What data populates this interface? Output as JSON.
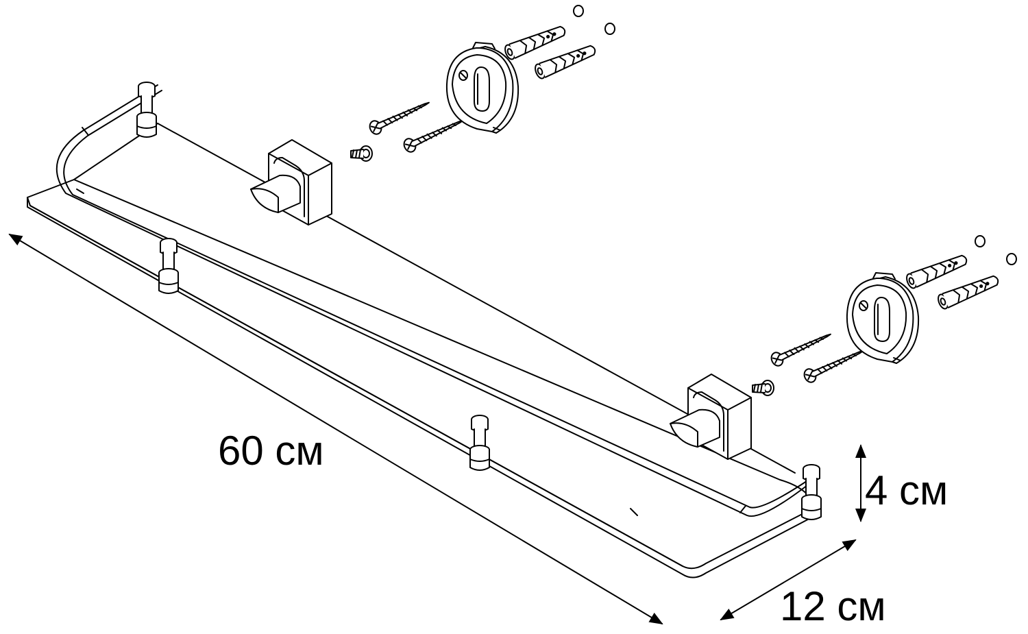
{
  "diagram": {
    "dimensions": {
      "length": "60 см",
      "height": "4 см",
      "depth": "12 см"
    },
    "colors": {
      "line": "#000000",
      "background": "#ffffff"
    }
  }
}
